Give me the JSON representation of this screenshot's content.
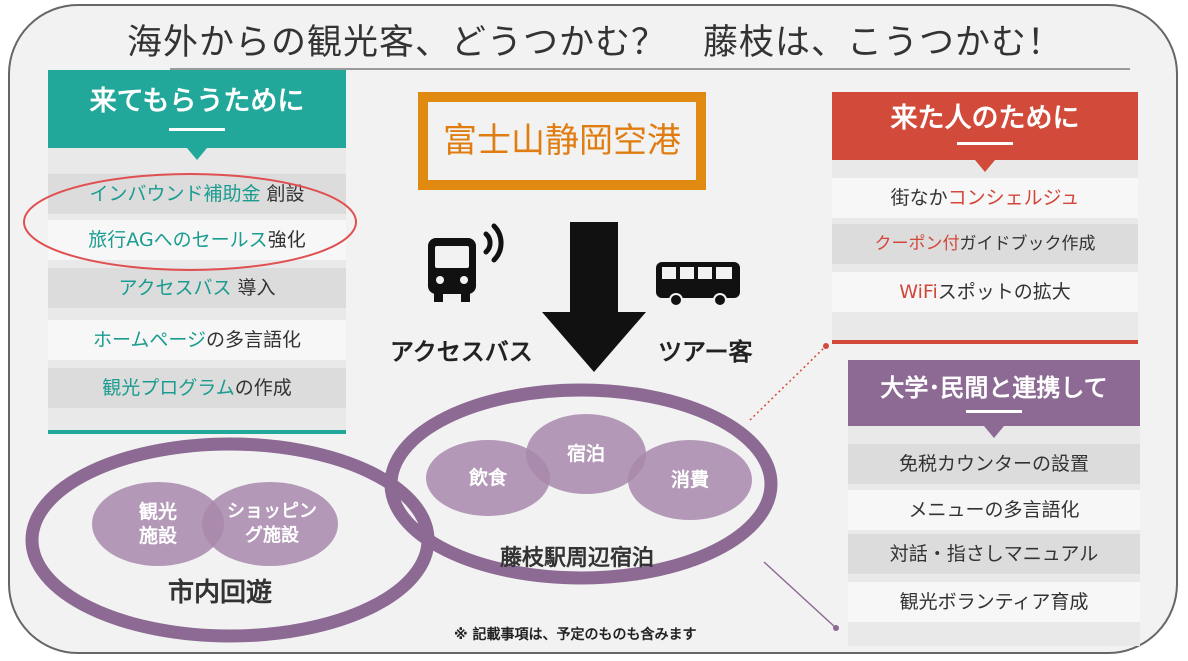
{
  "title": "海外からの観光客、どうつかむ？　藤枝は、こうつかむ！",
  "left_panel": {
    "header": "来てもらうために",
    "items": [
      {
        "parts": [
          {
            "text": "インバウンド補助金",
            "tone": "teal"
          },
          {
            "text": " 創設",
            "tone": "plain"
          }
        ]
      },
      {
        "parts": [
          {
            "text": "旅行AGへのセールス",
            "tone": "teal"
          },
          {
            "text": "強化",
            "tone": "plain"
          }
        ]
      },
      {
        "parts": [
          {
            "text": "アクセスバス",
            "tone": "teal"
          },
          {
            "text": " 導入",
            "tone": "plain"
          }
        ]
      },
      {
        "parts": [
          {
            "text": "ホームページ",
            "tone": "teal"
          },
          {
            "text": "の多言語化",
            "tone": "plain"
          }
        ]
      },
      {
        "parts": [
          {
            "text": "観光プログラム",
            "tone": "teal"
          },
          {
            "text": "の作成",
            "tone": "plain"
          }
        ]
      }
    ]
  },
  "airport": "富士山静岡空港",
  "transport": {
    "bus_label": "アクセスバス",
    "tour_label": "ツアー客"
  },
  "right_top_panel": {
    "header": "来た人のために",
    "items": [
      {
        "parts": [
          {
            "text": "街なか",
            "tone": "plain"
          },
          {
            "text": "コンシェルジュ",
            "tone": "red"
          }
        ]
      },
      {
        "parts": [
          {
            "text": "クーポン付",
            "tone": "red"
          },
          {
            "text": "ガイドブック作成",
            "tone": "plain"
          }
        ]
      },
      {
        "parts": [
          {
            "text": "WiFi",
            "tone": "red"
          },
          {
            "text": "スポットの拡大",
            "tone": "plain"
          }
        ]
      }
    ]
  },
  "right_bottom_panel": {
    "header": "大学･民間と連携して",
    "items": [
      "免税カウンターの設置",
      "メニューの多言語化",
      "対話・指さしマニュアル",
      "観光ボランティア育成"
    ]
  },
  "station_ring": {
    "label": "藤枝駅周辺宿泊",
    "bubbles": [
      "飲食",
      "宿泊",
      "消費"
    ]
  },
  "city_ring": {
    "label": "市内回遊",
    "bubbles": [
      "観光\n施設",
      "ショッピン\nグ施設"
    ]
  },
  "note": "※ 記載事項は、予定のものも含みます",
  "colors": {
    "teal": "#22a89b",
    "red": "#d24a3a",
    "purple": "#8c6a93",
    "orange": "#e08a12"
  },
  "icons": [
    "bus-front-icon",
    "wifi-signal-icon",
    "tour-bus-icon",
    "down-arrow-icon"
  ]
}
